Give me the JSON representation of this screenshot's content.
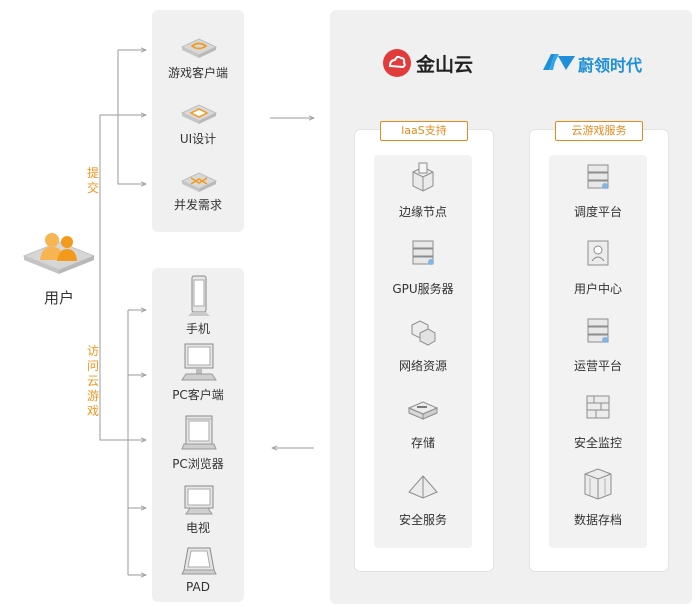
{
  "colors": {
    "accent": "#f0961e",
    "line": "#9a9a9a",
    "panel": "#f0f0f0",
    "brand_red": "#e23b3b",
    "brand_blue": "#1e8fd8"
  },
  "user": {
    "label": "用户",
    "icon": "users-icon"
  },
  "flows": {
    "submit": "提交",
    "access": "访问云游戏"
  },
  "submit_items": [
    {
      "label": "游戏客户端",
      "icon": "game-client-icon"
    },
    {
      "label": "UI设计",
      "icon": "ui-design-icon"
    },
    {
      "label": "并发需求",
      "icon": "concurrency-icon"
    }
  ],
  "device_items": [
    {
      "label": "手机",
      "icon": "phone-icon"
    },
    {
      "label": "PC客户端",
      "icon": "pc-client-icon"
    },
    {
      "label": "PC浏览器",
      "icon": "pc-browser-icon"
    },
    {
      "label": "电视",
      "icon": "tv-icon"
    },
    {
      "label": "PAD",
      "icon": "tablet-icon"
    }
  ],
  "brands": {
    "left": "金山云",
    "right": "蔚领时代"
  },
  "iaas": {
    "title": "laaS支持",
    "items": [
      {
        "label": "边缘节点",
        "icon": "edge-node-icon"
      },
      {
        "label": "GPU服务器",
        "icon": "gpu-server-icon"
      },
      {
        "label": "网络资源",
        "icon": "network-icon"
      },
      {
        "label": "存储",
        "icon": "storage-icon"
      },
      {
        "label": "安全服务",
        "icon": "security-service-icon"
      }
    ]
  },
  "cloud_game": {
    "title": "云游戏服务",
    "items": [
      {
        "label": "调度平台",
        "icon": "scheduling-icon"
      },
      {
        "label": "用户中心",
        "icon": "user-center-icon"
      },
      {
        "label": "运营平台",
        "icon": "operations-icon"
      },
      {
        "label": "安全监控",
        "icon": "security-monitor-icon"
      },
      {
        "label": "数据存档",
        "icon": "data-archive-icon"
      }
    ]
  }
}
